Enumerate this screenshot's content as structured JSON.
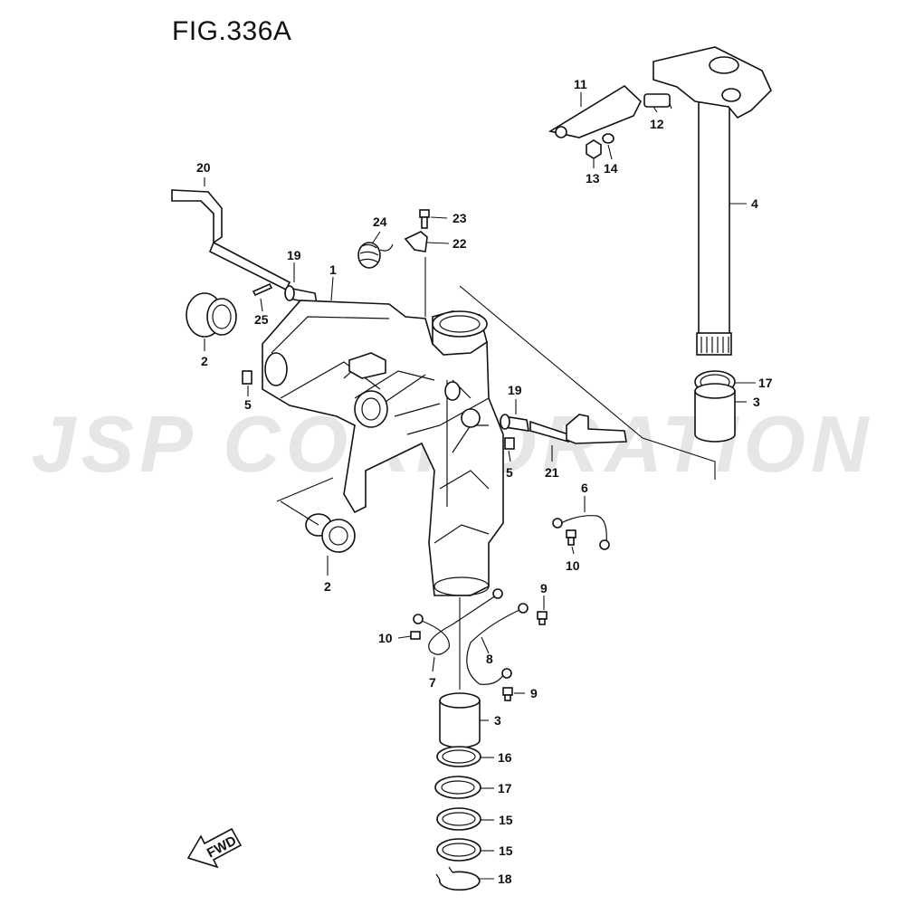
{
  "figure": {
    "title": "FIG.336A"
  },
  "watermark": {
    "text": "JSP CORPORATION"
  },
  "direction": {
    "label": "FWD"
  },
  "callouts": {
    "c1": "1",
    "c2a": "2",
    "c2b": "2",
    "c3a": "3",
    "c3b": "3",
    "c4": "4",
    "c5a": "5",
    "c5b": "5",
    "c6": "6",
    "c7": "7",
    "c8": "8",
    "c9a": "9",
    "c9b": "9",
    "c10a": "10",
    "c10b": "10",
    "c11": "11",
    "c12": "12",
    "c13": "13",
    "c14": "14",
    "c15a": "15",
    "c15b": "15",
    "c16": "16",
    "c17a": "17",
    "c17b": "17",
    "c18": "18",
    "c19a": "19",
    "c19b": "19",
    "c20": "20",
    "c21": "21",
    "c22": "22",
    "c23": "23",
    "c24": "24",
    "c25": "25"
  },
  "colors": {
    "line": "#111111",
    "background": "#ffffff",
    "watermark": "#8c8c8c"
  }
}
